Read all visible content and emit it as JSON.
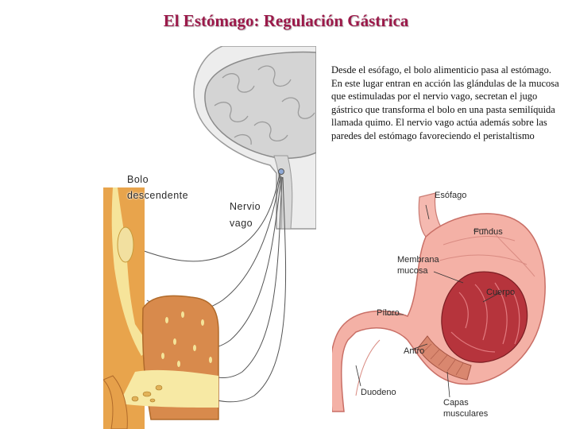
{
  "slide": {
    "title": "El Estómago: Regulación Gástrica",
    "description": "Desde el esófago, el bolo alimenticio pasa al estómago. En este lugar entran en acción las glándulas de la mucosa que estimuladas por el nervio vago, secretan el jugo gástrico que transforma el bolo en una pasta semilíquida llamada quimo. El nervio vago actúa además sobre las paredes del estómago favoreciendo el peristaltismo"
  },
  "left_figure": {
    "labels": {
      "bolo": "Bolo",
      "descendente": "descendente",
      "nervio": "Nervio",
      "vago": "vago"
    }
  },
  "right_figure": {
    "labels": {
      "esofago": "Esófago",
      "fundus": "Fundus",
      "membrana": "Membrana",
      "mucosa": "mucosa",
      "cuerpo": "Cuerpo",
      "piloro": "Píloro",
      "antro": "Antro",
      "duodeno": "Duodeno",
      "capas": "Capas",
      "musculares": "musculares"
    }
  },
  "colors": {
    "title": "#9b1a4a",
    "brain": "#d6d6d6",
    "gut_wall": "#e6a24a",
    "stomach_pink": "#f2aaa0"
  }
}
